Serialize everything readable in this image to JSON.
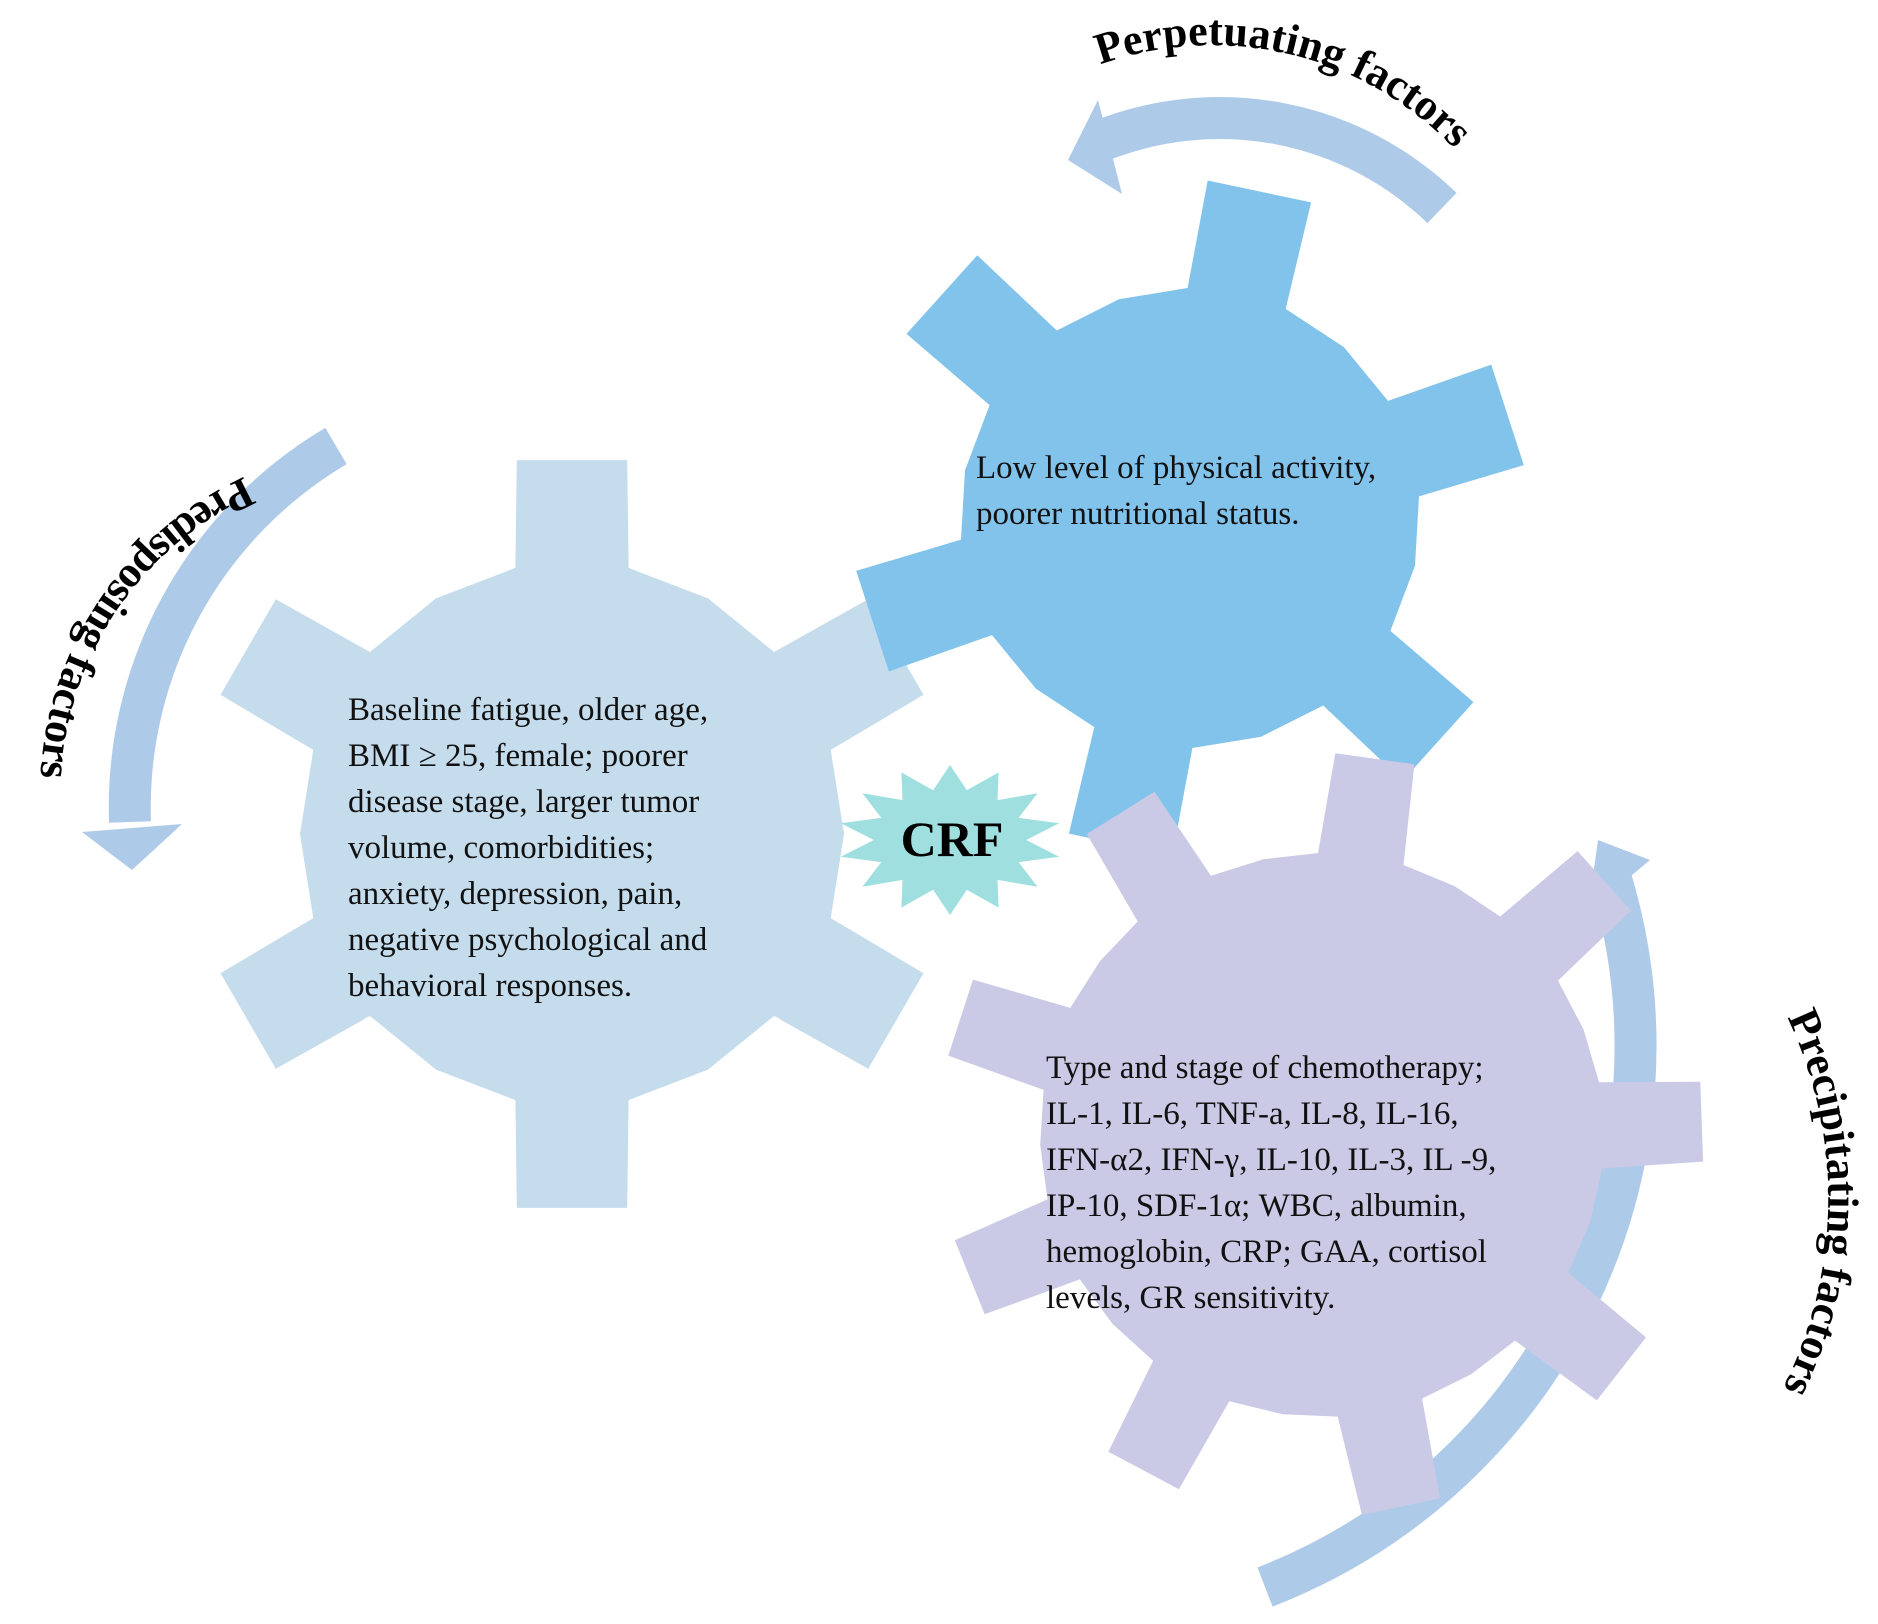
{
  "center": {
    "label": "CRF",
    "burst_color": "#9fdfdf"
  },
  "gears": [
    {
      "id": "predisposing",
      "color": "#c5dced",
      "lines": [
        "Baseline fatigue, older age,",
        "BMI ≥ 25, female; poorer",
        "disease stage, larger tumor",
        "volume, comorbidities;",
        "anxiety, depression, pain,",
        "negative psychological and",
        "behavioral responses."
      ]
    },
    {
      "id": "perpetuating",
      "color": "#82c3ec",
      "lines": [
        "Low level of physical activity,",
        "poorer nutritional status."
      ]
    },
    {
      "id": "precipitating",
      "color": "#cacae6",
      "lines": [
        "Type and stage of chemotherapy;",
        "IL-1, IL-6, TNF-a, IL-8, IL-16,",
        "IFN-α2, IFN-γ, IL-10, IL-3, IL -9,",
        "IP-10, SDF-1α; WBC, albumin,",
        "hemoglobin, CRP; GAA, cortisol",
        "levels, GR sensitivity."
      ]
    }
  ],
  "factors": {
    "predisposing": "Predisposing factors",
    "perpetuating": "Perpetuating factors",
    "precipitating": "Precipitating factors"
  },
  "arrow_color": "#adcbe9"
}
